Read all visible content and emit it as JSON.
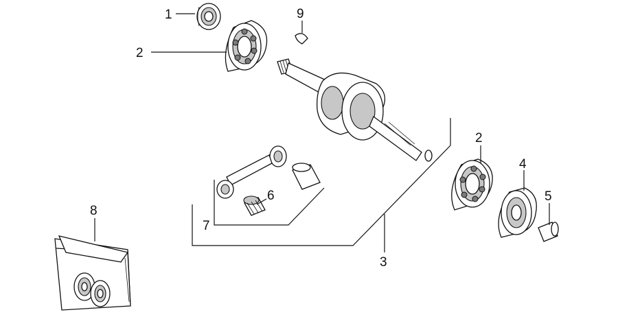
{
  "callouts": [
    {
      "key": "c1",
      "text": "1"
    },
    {
      "key": "c2a",
      "text": "2"
    },
    {
      "key": "c9",
      "text": "9"
    },
    {
      "key": "c2b",
      "text": "2"
    },
    {
      "key": "c4",
      "text": "4"
    },
    {
      "key": "c5",
      "text": "5"
    },
    {
      "key": "c6",
      "text": "6"
    },
    {
      "key": "c7",
      "text": "7"
    },
    {
      "key": "c3",
      "text": "3"
    },
    {
      "key": "c8",
      "text": "8"
    }
  ],
  "colors": {
    "ink": "#111111",
    "shade": "#c7c7c7",
    "dark": "#7a7a7a"
  }
}
